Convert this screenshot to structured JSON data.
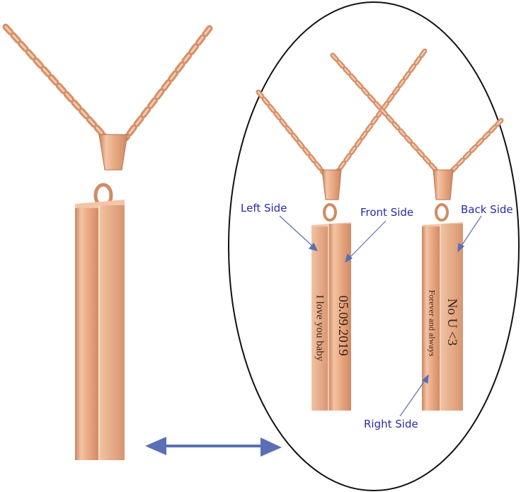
{
  "callouts": {
    "left_side": "Left Side",
    "front_side": "Front Side",
    "back_side": "Back Side",
    "right_side": "Right Side"
  },
  "engravings": {
    "front": "05.09.2019",
    "left": "I love you baby",
    "back": "No U <3",
    "right": "Forever and always"
  },
  "colors": {
    "rose_gold": "#e8a67f",
    "rose_gold_light": "#f6c9ab",
    "rose_gold_dark": "#c57f58",
    "callout_text": "#2a2aa8",
    "arrow": "#5a6fb5"
  }
}
